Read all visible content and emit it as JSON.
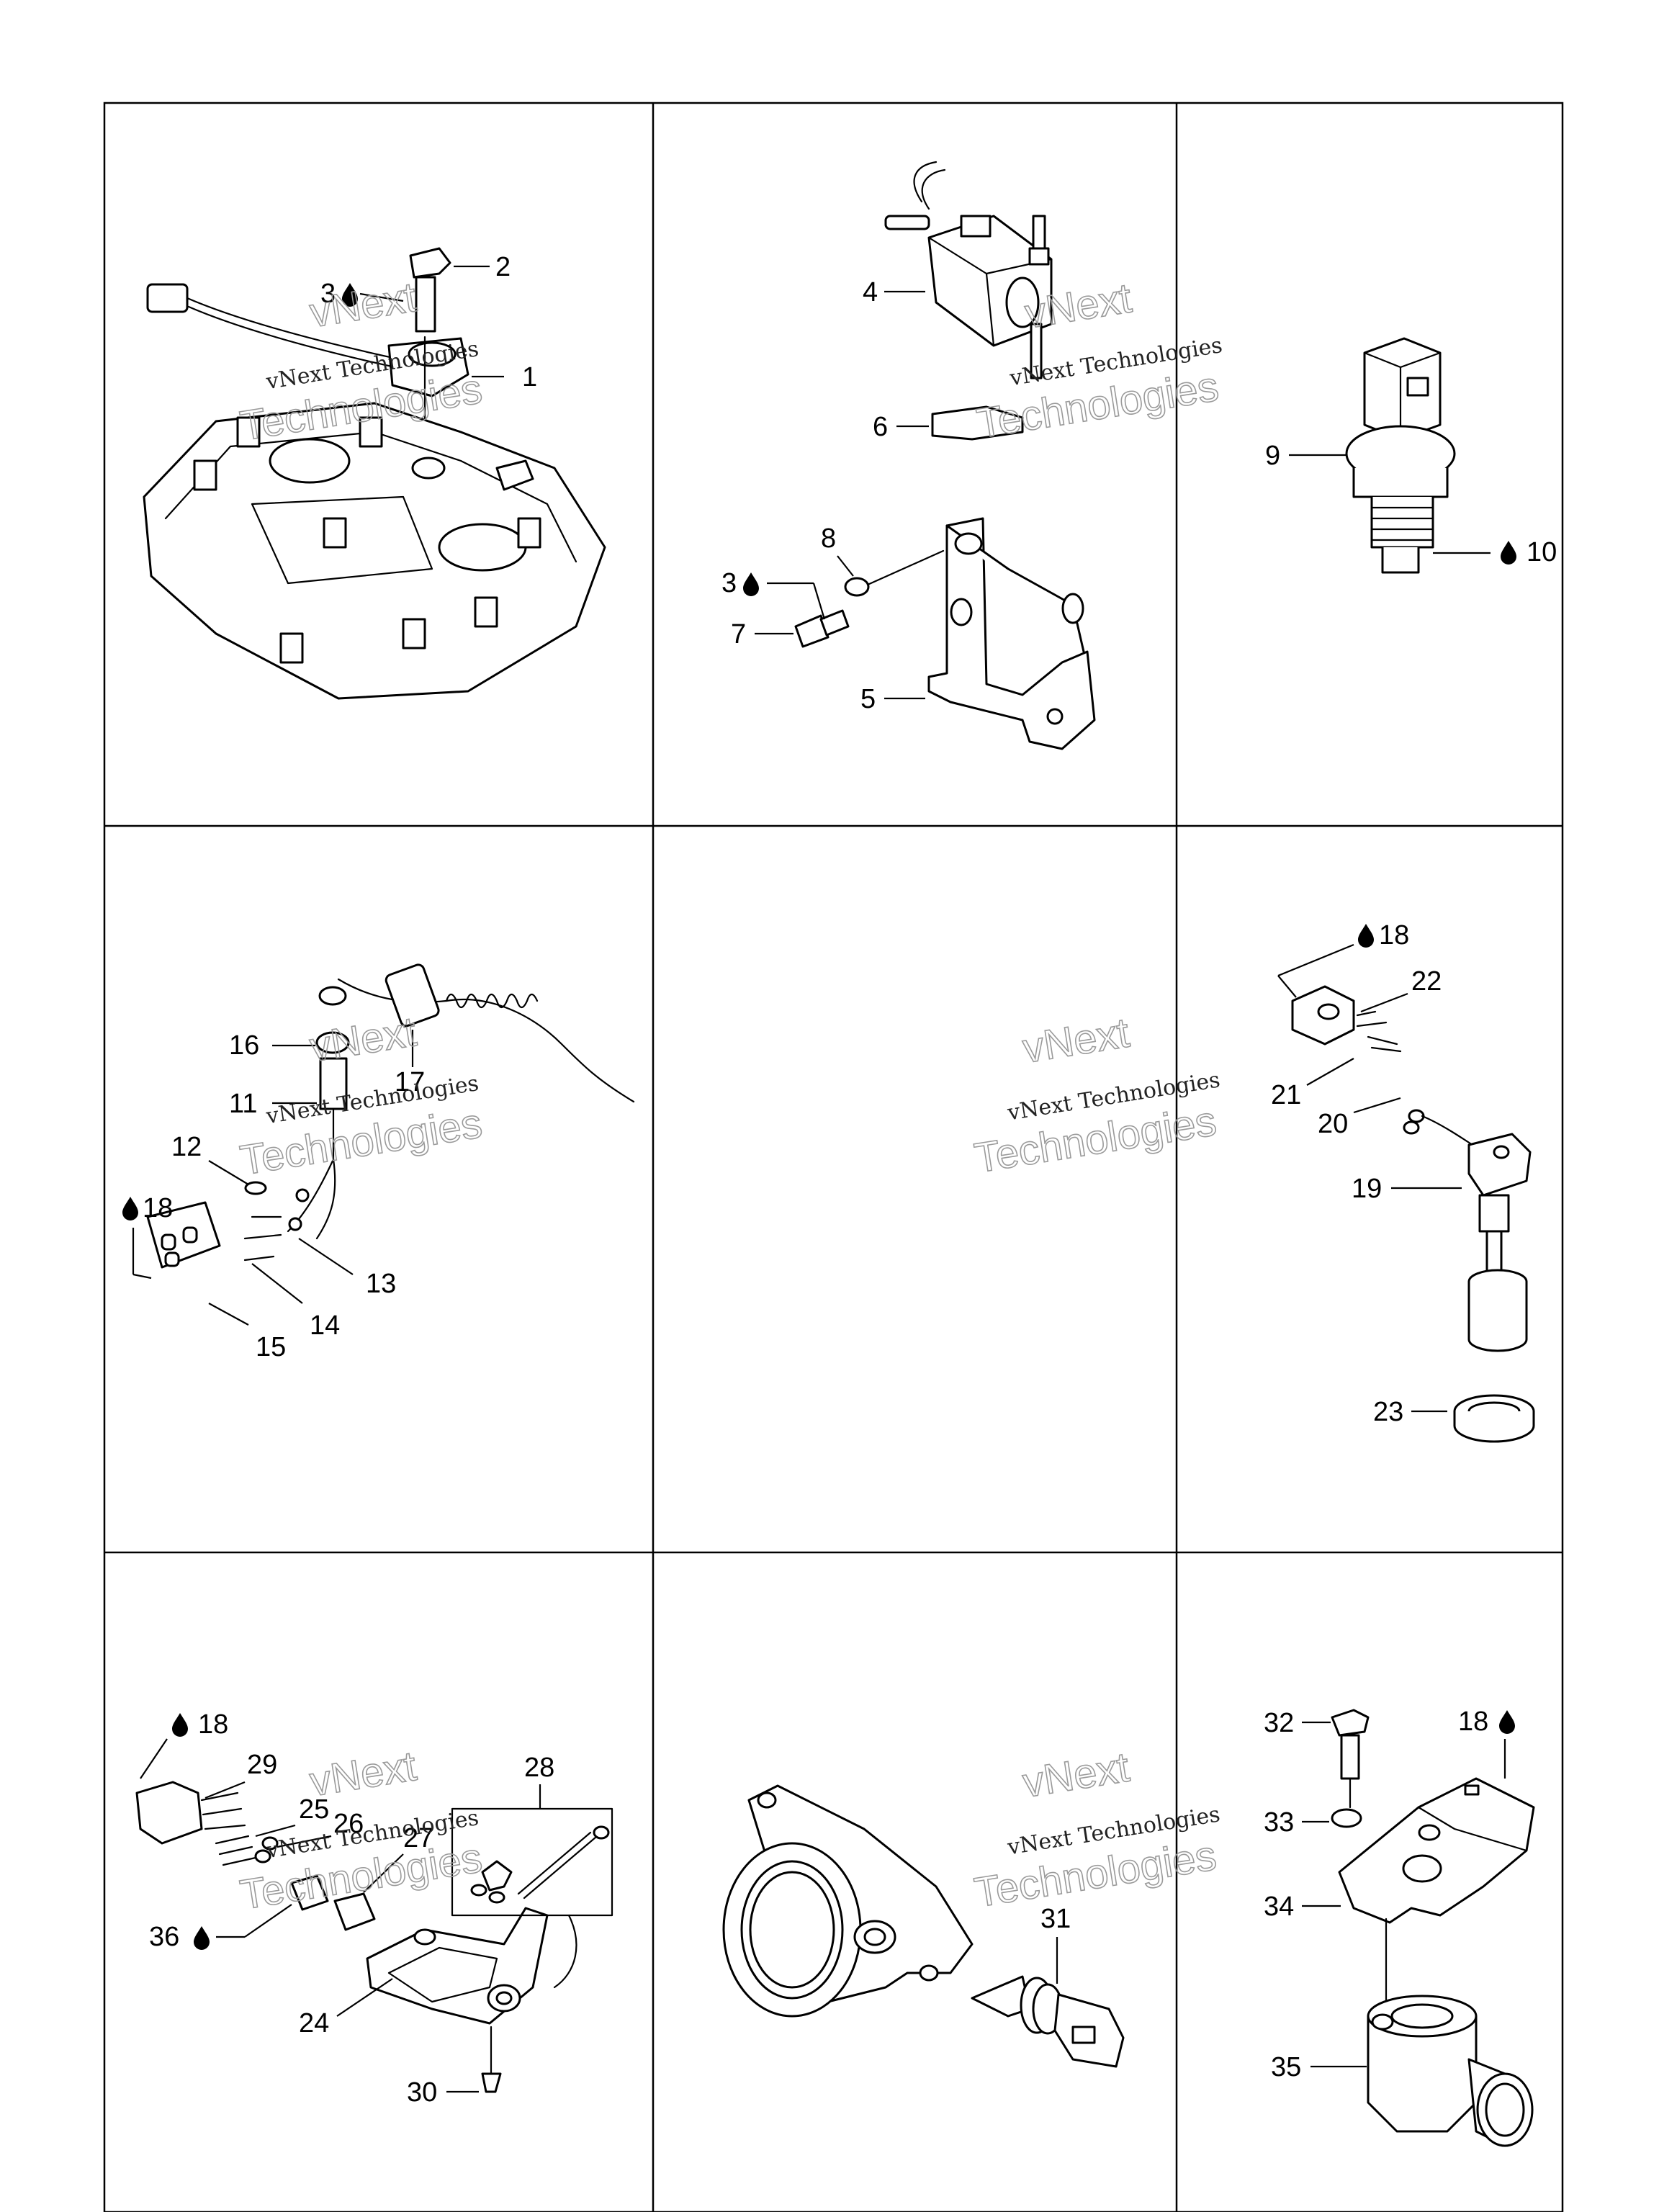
{
  "callouts": {
    "c1": "1",
    "c2": "2",
    "c3a": "3",
    "c3b": "3",
    "c4": "4",
    "c5": "5",
    "c6": "6",
    "c7": "7",
    "c8": "8",
    "c9": "9",
    "c10": "10",
    "c11": "11",
    "c12": "12",
    "c13": "13",
    "c14": "14",
    "c15": "15",
    "c16": "16",
    "c17": "17",
    "c18a": "18",
    "c18b": "18",
    "c18c": "18",
    "c18d": "18",
    "c19": "19",
    "c20": "20",
    "c21": "21",
    "c22": "22",
    "c23": "23",
    "c24": "24",
    "c25": "25",
    "c26": "26",
    "c27": "27",
    "c28": "28",
    "c29": "29",
    "c30": "30",
    "c31": "31",
    "c32": "32",
    "c33": "33",
    "c34": "34",
    "c35": "35",
    "c36": "36"
  },
  "watermark": {
    "line1": "vNext Technologies",
    "line2": "vNext",
    "line3": "Technologies"
  },
  "icons": {
    "sealant_marker": "drop-icon"
  }
}
